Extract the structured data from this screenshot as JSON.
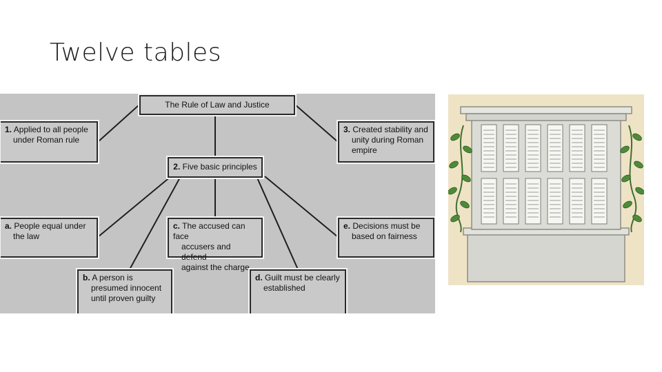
{
  "slide": {
    "title": "Twelve tables"
  },
  "diagram": {
    "root": "The Rule of Law and Justice",
    "node1": {
      "num": "1.",
      "line1": "Applied to all people",
      "line2": "under Roman rule"
    },
    "node3": {
      "num": "3.",
      "line1": "Created stability and",
      "line2": "unity during Roman",
      "line3": "empire"
    },
    "node2": {
      "num": "2.",
      "text": "Five basic principles"
    },
    "a": {
      "num": "a.",
      "line1": "People equal under",
      "line2": "the law"
    },
    "b": {
      "num": "b.",
      "line1": "A person is",
      "line2": "presumed innocent",
      "line3": "until proven guilty"
    },
    "c": {
      "num": "c.",
      "line1": "The accused can face",
      "line2": "accusers and defend",
      "line3": "against the charge"
    },
    "d": {
      "num": "d.",
      "line1": "Guilt must be clearly",
      "line2": "established"
    },
    "e": {
      "num": "e.",
      "line1": "Decisions must be",
      "line2": "based on fairness"
    }
  },
  "image": {
    "icon": "twelve-tables-tablet-illustration"
  },
  "colors": {
    "diagram_bg": "#c4c4c4",
    "stone": "#d8d8d2",
    "parchment": "#efe3c6",
    "vine": "#4f8a3a"
  }
}
